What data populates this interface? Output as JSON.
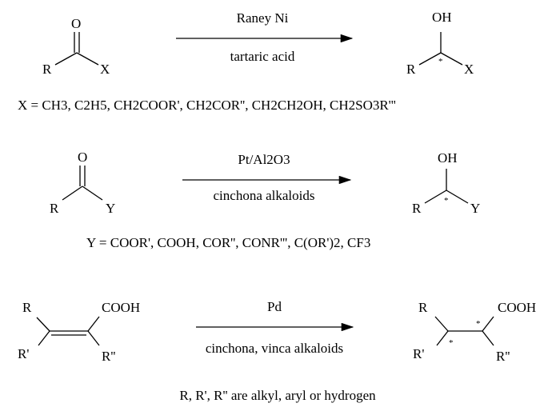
{
  "reaction1": {
    "reactant": {
      "O": "O",
      "R": "R",
      "X": "X"
    },
    "catalyst": "Raney Ni",
    "modifier": "tartaric acid",
    "product": {
      "OH": "OH",
      "R": "R",
      "X": "X",
      "star": "*"
    },
    "definition": {
      "prefix": "X = ",
      "text": "CH3, C2H5, CH2COOR', CH2COR'', CH2CH2OH, CH2SO3R'''"
    }
  },
  "reaction2": {
    "reactant": {
      "O": "O",
      "R": "R",
      "Y": "Y"
    },
    "catalyst": "Pt/Al2O3",
    "modifier": "cinchona alkaloids",
    "product": {
      "OH": "OH",
      "R": "R",
      "Y": "Y",
      "star": "*"
    },
    "definition": {
      "prefix": "Y = ",
      "text": "COOR', COOH, COR'', CONR''', C(OR')2, CF3"
    }
  },
  "reaction3": {
    "reactant": {
      "R": "R",
      "R1": "R'",
      "R2": "R''",
      "COOH": "COOH"
    },
    "catalyst": "Pd",
    "modifier": "cinchona, vinca alkaloids",
    "product": {
      "R": "R",
      "R1": "R'",
      "R2": "R''",
      "COOH": "COOH",
      "star1": "*",
      "star2": "*"
    }
  },
  "footnote": "R, R', R'' are alkyl, aryl or hydrogen"
}
